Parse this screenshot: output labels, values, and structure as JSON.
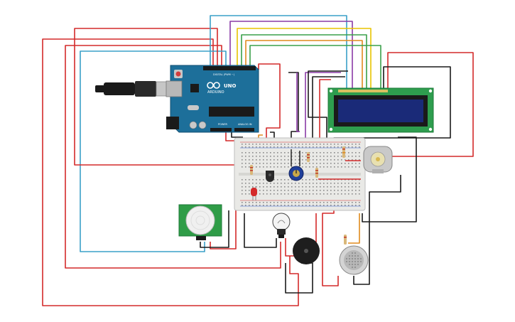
{
  "arduino": {
    "brand": "ARDUINO",
    "model": "UNO",
    "digital_header": "DIGITAL (PWM ~)",
    "power_label": "POWER",
    "analog_label": "ANALOG IN"
  },
  "colors": {
    "background": "#ffffff",
    "wire_red": "#d42a2a",
    "wire_blue": "#3aa0c8",
    "wire_purple": "#8a3aa6",
    "wire_yellow": "#e8c400",
    "wire_green": "#3aa04a",
    "wire_orange": "#e08a1e",
    "wire_black": "#1a1a1a",
    "arduino_board": "#1d6f9a",
    "lcd_board": "#2e9d4e",
    "lcd_screen": "#1a2a78",
    "pir_board": "#2f9c47"
  },
  "components": [
    {
      "name": "arduino-uno",
      "icon": "arduino-board"
    },
    {
      "name": "usb-cable",
      "icon": "usb-plug"
    },
    {
      "name": "breadboard",
      "icon": "breadboard"
    },
    {
      "name": "lcd-16x2",
      "icon": "lcd-display"
    },
    {
      "name": "pir-sensor",
      "icon": "pir-dome"
    },
    {
      "name": "dc-motor",
      "icon": "motor"
    },
    {
      "name": "potentiometer",
      "icon": "knob"
    },
    {
      "name": "light-bulb",
      "icon": "bulb"
    },
    {
      "name": "piezo-buzzer",
      "icon": "buzzer"
    },
    {
      "name": "gas-sensor",
      "icon": "gas-sensor-mesh"
    },
    {
      "name": "red-led",
      "icon": "led"
    },
    {
      "name": "transistor",
      "icon": "transistor"
    }
  ]
}
